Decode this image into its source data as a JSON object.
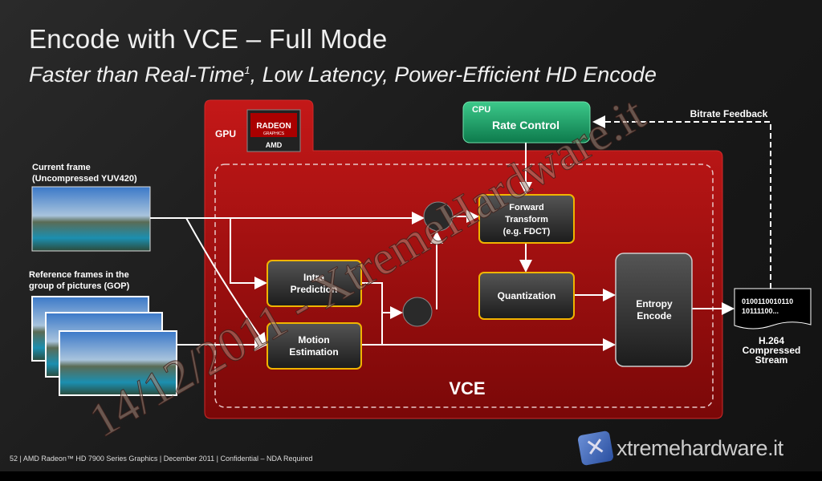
{
  "title": "Encode with VCE – Full Mode",
  "subtitle": {
    "text": "Faster than Real-Time",
    "sup": "1",
    "rest": ", Low Latency, Power-Efficient  HD Encode"
  },
  "diagram": {
    "gpu_label": "GPU",
    "radeon_badge": {
      "line1": "RADEON",
      "line2": "GRAPHICS",
      "line3": "AMD"
    },
    "cpu_label": "CPU",
    "rate_control": "Rate Control",
    "bitrate_feedback": "Bitrate Feedback",
    "current_frame": {
      "line1": "Current frame",
      "line2": "(Uncompressed YUV420)"
    },
    "reference_frames": {
      "line1": "Reference frames in the",
      "line2": "group of pictures (GOP)"
    },
    "forward_transform": {
      "line1": "Forward",
      "line2": "Transform",
      "line3": "(e.g. FDCT)"
    },
    "intra_prediction": {
      "line1": "Intra",
      "line2": "Prediction"
    },
    "motion_estimation": {
      "line1": "Motion",
      "line2": "Estimation"
    },
    "quantization": "Quantization",
    "entropy_encode": {
      "line1": "Entropy",
      "line2": "Encode"
    },
    "vce_label": "VCE",
    "bitstream": {
      "line1": "0100110010110",
      "line2": "10111100..."
    },
    "output": {
      "line1": "H.264",
      "line2": "Compressed",
      "line3": "Stream"
    }
  },
  "footer": "52  |  AMD Radeon™ HD 7900 Series Graphics  |  December 2011  |  Confidential – NDA Required",
  "logo": "xtremehardware.it",
  "watermark": "14/12/2011 - XtremeHardware.it",
  "colors": {
    "gpu_red": "#b01010",
    "box_border": "#f0b400",
    "rate_control_green": "#1aa36a"
  }
}
